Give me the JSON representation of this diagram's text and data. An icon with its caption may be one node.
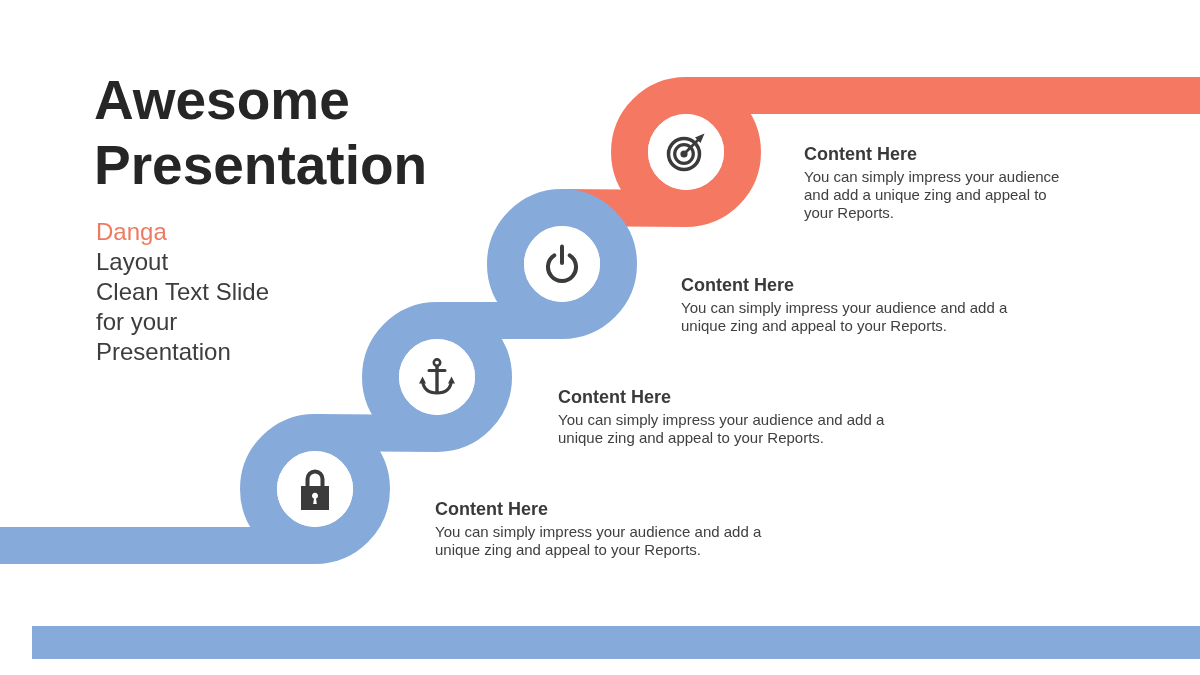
{
  "diagram": {
    "title": "Awesome Presentation",
    "nodes": [
      {
        "text": [],
        "shape": "circle",
        "beside": [
          "Content Here",
          "You can simply impress your audience and add a unique zing and appeal to your Reports."
        ]
      },
      {
        "text": [],
        "shape": "circle",
        "beside": [
          "Content Here",
          "You can simply impress your audience and add a unique zing and appeal to your Reports."
        ]
      },
      {
        "text": [],
        "shape": "circle",
        "beside": [
          "Content Here",
          "You can simply impress your audience and add a unique zing and appeal to your Reports."
        ]
      },
      {
        "text": [],
        "shape": "circle",
        "beside": [
          "Content Here",
          "You can simply impress your audience and add a unique zing and appeal to your Reports."
        ]
      }
    ],
    "edges": [
      {
        "from": null,
        "to": 0,
        "arrow": "none"
      },
      {
        "from": 0,
        "to": 1,
        "arrow": "none"
      },
      {
        "from": 1,
        "to": 2,
        "arrow": "none"
      },
      {
        "from": 2,
        "to": 3,
        "arrow": "none",
        "color": "#f47862"
      },
      {
        "from": 3,
        "to": null,
        "arrow": "none",
        "color": "#f47862"
      }
    ],
    "labels": [
      "Danga",
      "Layout",
      "Clean Text Slide for your Presentation"
    ]
  }
}
